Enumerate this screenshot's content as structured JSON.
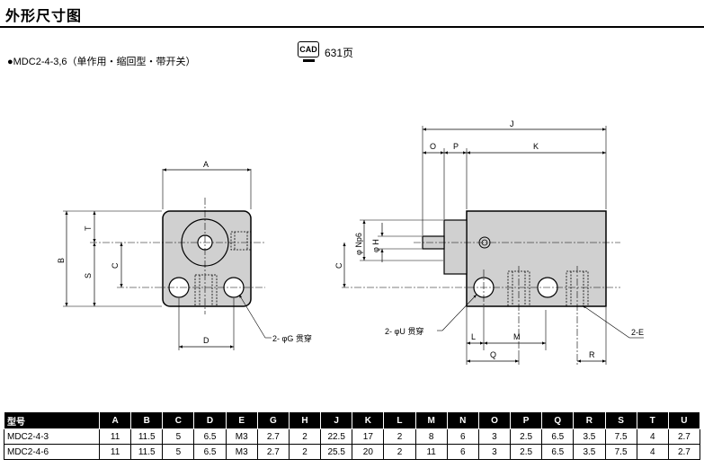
{
  "page": {
    "title": "外形尺寸图"
  },
  "model_line": "●MDC2-4-3,6（单作用・缩回型・带开关）",
  "cad": {
    "badge": "CAD",
    "page_ref": "631页"
  },
  "front_view": {
    "labels": {
      "A": "A",
      "B": "B",
      "T": "T",
      "S": "S",
      "C": "C",
      "D": "D"
    },
    "callout_g": "2- φG 贯穿"
  },
  "side_view": {
    "labels": {
      "J": "J",
      "O": "O",
      "P": "P",
      "K": "K",
      "C": "C",
      "N": "φ Np6",
      "H": "φ H",
      "L": "L",
      "M": "M",
      "Q": "Q",
      "R": "R"
    },
    "callout_u": "2- φU 贯穿",
    "callout_e": "2-E"
  },
  "table": {
    "headers": [
      "型号",
      "A",
      "B",
      "C",
      "D",
      "E",
      "G",
      "H",
      "J",
      "K",
      "L",
      "M",
      "N",
      "O",
      "P",
      "Q",
      "R",
      "S",
      "T",
      "U"
    ],
    "rows": [
      [
        "MDC2-4-3",
        "11",
        "11.5",
        "5",
        "6.5",
        "M3",
        "2.7",
        "2",
        "22.5",
        "17",
        "2",
        "8",
        "6",
        "3",
        "2.5",
        "6.5",
        "3.5",
        "7.5",
        "4",
        "2.7"
      ],
      [
        "MDC2-4-6",
        "11",
        "11.5",
        "5",
        "6.5",
        "M3",
        "2.7",
        "2",
        "25.5",
        "20",
        "2",
        "11",
        "6",
        "3",
        "2.5",
        "6.5",
        "3.5",
        "7.5",
        "4",
        "2.7"
      ]
    ]
  }
}
